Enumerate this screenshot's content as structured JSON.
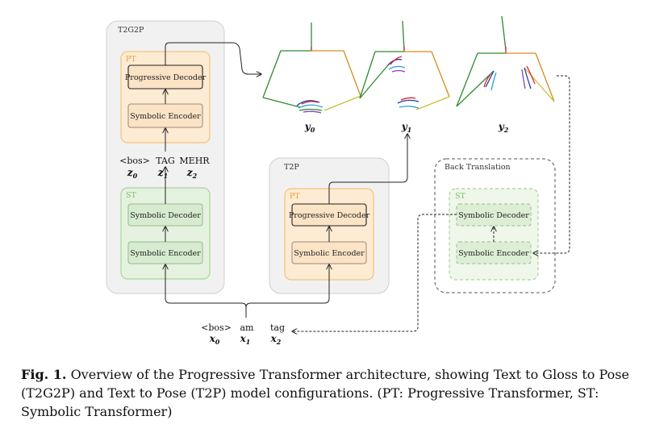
{
  "diagram": {
    "t2g2p": {
      "title": "T2G2P",
      "pt_label": "PT",
      "st_label": "ST",
      "progressive_decoder": "Progressive Decoder",
      "symbolic_encoder_pt": "Symbolic Encoder",
      "symbolic_decoder": "Symbolic Decoder",
      "symbolic_encoder_st": "Symbolic Encoder",
      "gloss_tokens": [
        "<bos>",
        "TAG",
        "MEHR"
      ],
      "gloss_vars": [
        "z",
        "z",
        "z"
      ],
      "gloss_subs": [
        "0",
        "1",
        "2"
      ]
    },
    "t2p": {
      "title": "T2P",
      "pt_label": "PT",
      "progressive_decoder": "Progressive Decoder",
      "symbolic_encoder": "Symbolic Encoder"
    },
    "back_translation": {
      "title": "Back Translation",
      "st_label": "ST",
      "symbolic_decoder": "Symbolic Decoder",
      "symbolic_encoder": "Symbolic Encoder"
    },
    "pose_labels": {
      "vars": [
        "y",
        "y",
        "y"
      ],
      "subs": [
        "0",
        "1",
        "2"
      ]
    },
    "text_tokens": [
      "<bos>",
      "am",
      "tag"
    ],
    "text_vars": [
      "x",
      "x",
      "x"
    ],
    "text_subs": [
      "0",
      "1",
      "2"
    ],
    "colors": {
      "pt_fill": "#fdebd3",
      "pt_border": "#f5c27a",
      "st_fill": "#e4f2df",
      "st_border": "#a9d49b",
      "outer_fill": "#f1f1f1",
      "outer_border": "#cfcfcf",
      "pt_label": "#e6a23c",
      "st_label": "#7cbf6b"
    }
  },
  "caption": {
    "label": "Fig. 1.",
    "text": "Overview of the Progressive Transformer architecture, showing Text to Gloss to Pose (T2G2P) and Text to Pose (T2P) model configurations. (PT: Progressive Transformer, ST: Symbolic Transformer)"
  }
}
